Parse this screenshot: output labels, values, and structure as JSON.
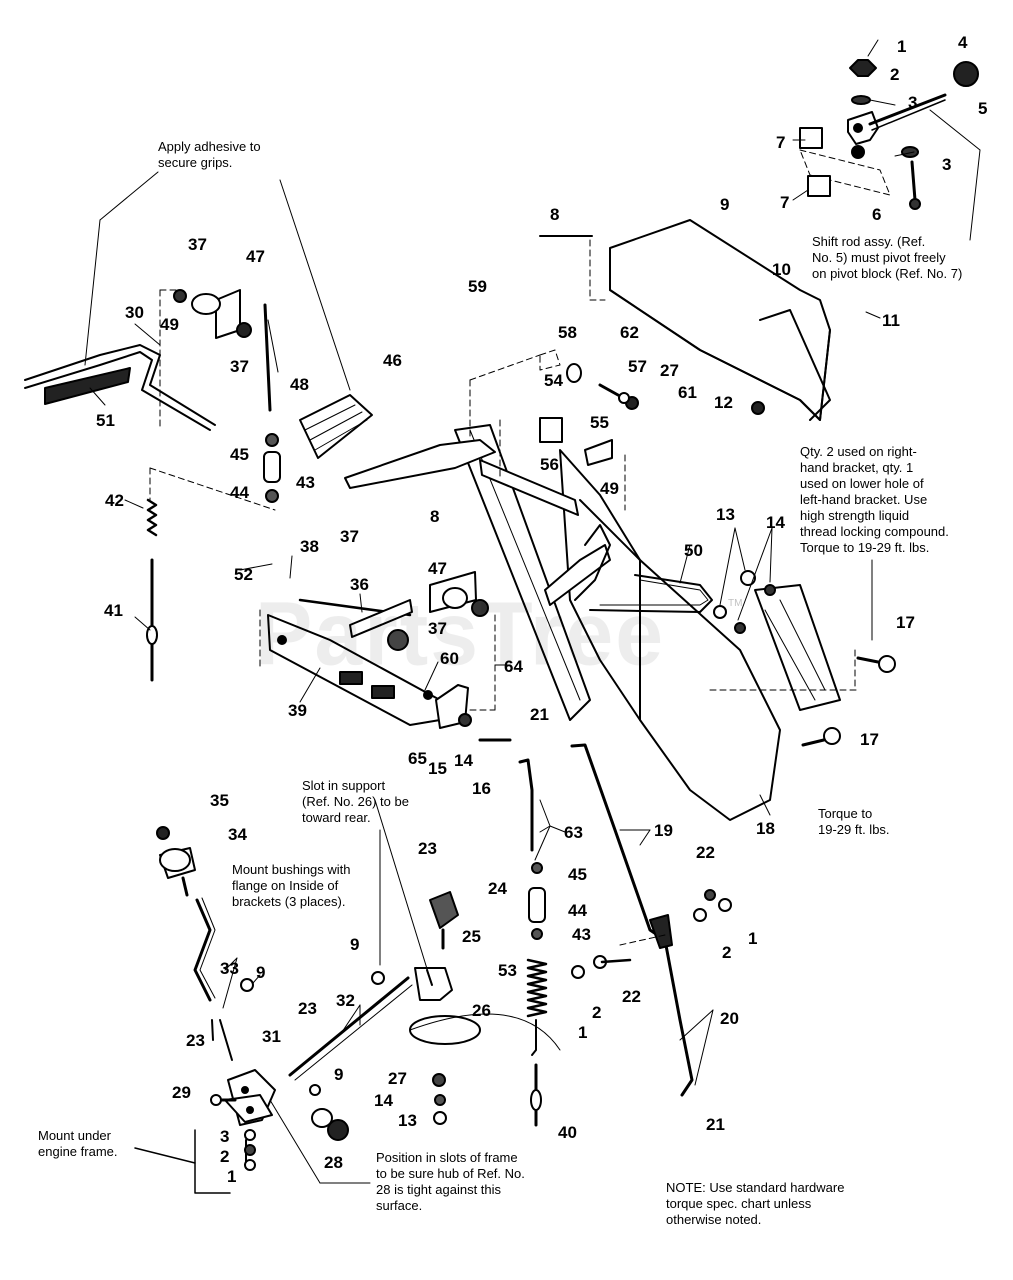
{
  "watermark": {
    "text": "PartsTree",
    "trademark": "TM"
  },
  "notes": {
    "adhesive": "Apply adhesive to\nsecure grips.",
    "shift_rod": "Shift rod assy. (Ref.\nNo. 5) must pivot freely\non pivot block (Ref. No. 7)",
    "qty_bracket": "Qty. 2 used on right-\nhand bracket, qty. 1\nused on lower hole of\nleft-hand bracket. Use\nhigh strength liquid\nthread locking compound.\nTorque to 19-29 ft. lbs.",
    "torque": "Torque to\n19-29 ft. lbs.",
    "slot_support": "Slot in support\n(Ref. No. 26) to be\ntoward rear.",
    "mount_bushings": "Mount bushings with\nflange on Inside of\nbrackets (3 places).",
    "mount_under": "Mount under\nengine frame.",
    "position_slots": "Position in slots of frame\nto be sure hub of Ref. No.\n28 is tight against this\nsurface.",
    "standard_hardware": "NOTE: Use standard hardware\ntorque spec. chart unless\notherwise noted."
  },
  "part_numbers": {
    "p1_top": "1",
    "p2_top": "2",
    "p3_top": "3",
    "p4": "4",
    "p5": "5",
    "p3_mid": "3",
    "p7_a": "7",
    "p7_b": "7",
    "p6": "6",
    "p8_top": "8",
    "p9_top": "9",
    "p10": "10",
    "p11": "11",
    "p12": "12",
    "p59": "59",
    "p58": "58",
    "p62": "62",
    "p57": "57",
    "p27_top": "27",
    "p61": "61",
    "p54": "54",
    "p55": "55",
    "p56": "56",
    "p49_mid": "49",
    "p37_top": "37",
    "p47_top": "47",
    "p49_left": "49",
    "p37_b": "37",
    "p30": "30",
    "p51": "51",
    "p48": "48",
    "p46": "46",
    "p45_top": "45",
    "p44_top": "44",
    "p43_top": "43",
    "p42": "42",
    "p41": "41",
    "p8_mid": "8",
    "p52": "52",
    "p38": "38",
    "p37_c": "37",
    "p36": "36",
    "p47_mid": "47",
    "p37_d": "37",
    "p39": "39",
    "p60": "60",
    "p64": "64",
    "p65": "65",
    "p15": "15",
    "p14_mid": "14",
    "p16": "16",
    "p21_top": "21",
    "p50": "50",
    "p13_right": "13",
    "p14_right": "14",
    "p17_a": "17",
    "p17_b": "17",
    "p18": "18",
    "p35": "35",
    "p34": "34",
    "p23_top": "23",
    "p24": "24",
    "p25": "25",
    "p63": "63",
    "p45_low": "45",
    "p44_low": "44",
    "p43_low": "43",
    "p53": "53",
    "p19": "19",
    "p22_a": "22",
    "p1_low": "1",
    "p2_low": "2",
    "p2_c": "2",
    "p22_b": "22",
    "p1_c": "1",
    "p20": "20",
    "p21_low": "21",
    "p33": "33",
    "p9_a": "9",
    "p9_b": "9",
    "p26": "26",
    "p23_a": "23",
    "p32": "32",
    "p23_b": "23",
    "p31": "31",
    "p29": "29",
    "p9_c": "9",
    "p27_low": "27",
    "p14_low": "14",
    "p13_low": "13",
    "p40": "40",
    "p28": "28",
    "p3_low": "3",
    "p2_d": "2",
    "p1_d": "1"
  }
}
